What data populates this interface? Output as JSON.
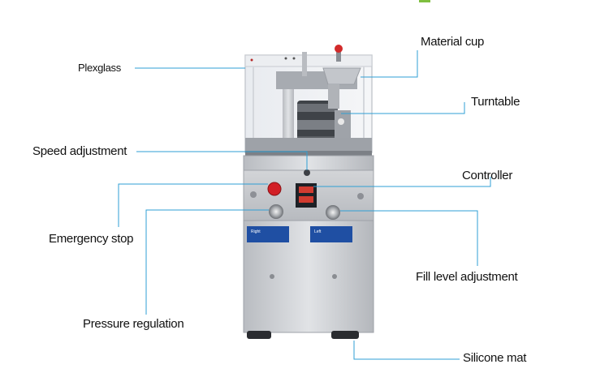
{
  "labels": {
    "plexglass": "Plexglass",
    "material_cup": "Material cup",
    "turntable": "Turntable",
    "speed_adjustment": "Speed adjustment",
    "controller": "Controller",
    "emergency_stop": "Emergency stop",
    "fill_level_adjustment": "Fill level adjustment",
    "pressure_regulation": "Pressure regulation",
    "silicone_mat": "Silicone mat"
  },
  "panel_labels": {
    "right": "Right",
    "left": "Left"
  },
  "colors": {
    "leader_line": "#2f9fd4",
    "stop_button": "#d21f26",
    "panel_blue": "#1f4fa3",
    "steel": "#c9ccd0"
  }
}
